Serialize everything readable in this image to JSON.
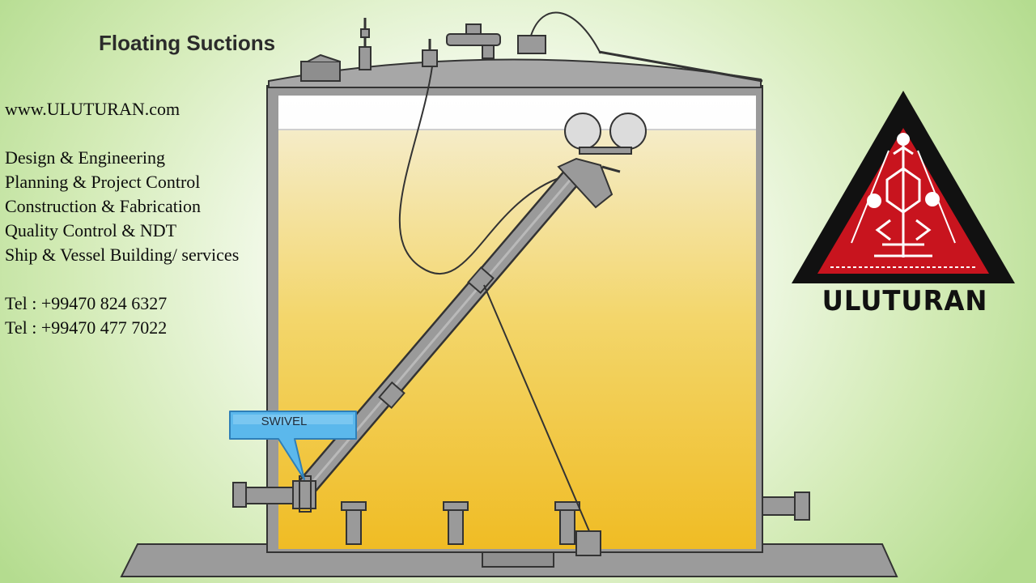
{
  "title": "Floating Suctions",
  "company": {
    "website": "www.ULUTURAN.com",
    "services": [
      "Design & Engineering",
      "Planning & Project Control",
      "Construction & Fabrication",
      "Quality Control & NDT",
      "Ship & Vessel Building/ services"
    ],
    "phones": [
      "Tel : +99470 824 6327",
      "Tel : +99470 477 7022"
    ]
  },
  "callout": {
    "label": "SWIVEL"
  },
  "logo": {
    "name": "ULUTURAN",
    "icon": "tree-of-life-emblem-icon"
  },
  "colors": {
    "liquid_top": "#f2e7c2",
    "liquid_bottom": "#f0bc24",
    "metal": "#9a9a9a",
    "outline": "#333333",
    "callout": "#5bb8ec",
    "logo_red": "#c8141e"
  }
}
